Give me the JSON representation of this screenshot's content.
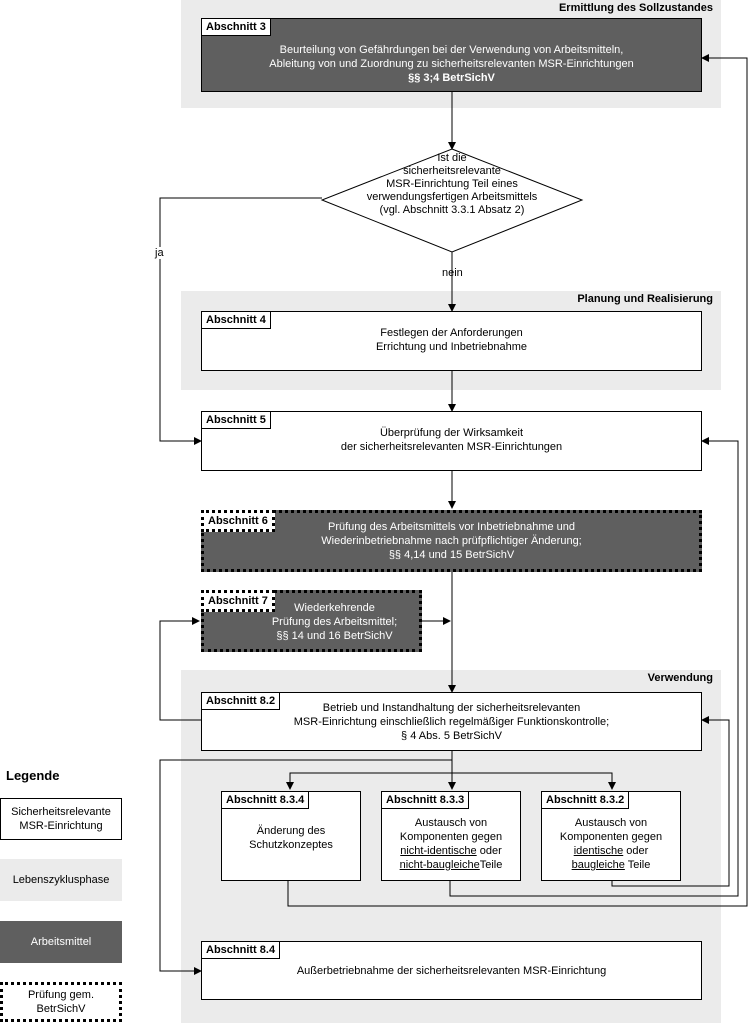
{
  "phases": {
    "soll": "Ermittlung des Sollzustandes",
    "planung": "Planung und Realisierung",
    "verwendung": "Verwendung"
  },
  "boxes": {
    "s3": {
      "tag": "Abschnitt 3",
      "lines": [
        "Beurteilung von Gefährdungen bei der Verwendung von Arbeitsmitteln,",
        "Ableitung von und Zuordnung zu sicherheitsrelevanten MSR-Einrichtungen"
      ],
      "bold": "§§ 3;4 BetrSichV"
    },
    "s4": {
      "tag": "Abschnitt 4",
      "lines": [
        "Festlegen der Anforderungen",
        "Errichtung und Inbetriebnahme"
      ]
    },
    "s5": {
      "tag": "Abschnitt 5",
      "lines": [
        "Überprüfung der Wirksamkeit",
        "der sicherheitsrelevanten MSR-Einrichtungen"
      ]
    },
    "s6": {
      "tag": "Abschnitt 6",
      "lines": [
        "Prüfung des Arbeitsmittels vor Inbetriebnahme und",
        "Wiederinbetriebnahme nach prüfpflichtiger Änderung;",
        "§§ 4,14 und 15 BetrSichV"
      ]
    },
    "s7": {
      "tag": "Abschnitt 7",
      "lines": [
        "Wiederkehrende",
        "Prüfung des Arbeitsmittel;",
        "§§ 14 und 16 BetrSichV"
      ]
    },
    "s82": {
      "tag": "Abschnitt 8.2",
      "lines": [
        "Betrieb und Instandhaltung der sicherheitsrelevanten",
        "MSR-Einrichtung einschließlich regelmäßiger Funktionskontrolle;",
        "§ 4 Abs. 5 BetrSichV"
      ]
    },
    "s834": {
      "tag": "Abschnitt 8.3.4",
      "lines": [
        "Änderung des",
        "Schutzkonzeptes"
      ]
    },
    "s833": {
      "tag": "Abschnitt 8.3.3",
      "l1": "Austausch von",
      "l2": "Komponenten gegen",
      "u1": "nicht-identische",
      "mid": " oder",
      "u2": "nicht-baugleiche",
      "end": "Teile"
    },
    "s832": {
      "tag": "Abschnitt 8.3.2",
      "l1": "Austausch von",
      "l2": "Komponenten gegen",
      "u1": "identische",
      "mid": " oder",
      "u2": "baugleiche",
      "end": " Teile"
    },
    "s84": {
      "tag": "Abschnitt 8.4",
      "lines": [
        "Außerbetriebnahme der sicherheitsrelevanten MSR-Einrichtung"
      ]
    }
  },
  "decision": {
    "lines": [
      "Ist die",
      "sicherheitsrelevante",
      "MSR-Einrichtung Teil eines",
      "verwendungsfertigen Arbeitsmittels",
      "(vgl. Abschnitt 3.3.1 Absatz 2)"
    ]
  },
  "edge_labels": {
    "ja": "ja",
    "nein": "nein"
  },
  "legend": {
    "title": "Legende",
    "msr": [
      "Sicherheitsrelevante",
      "MSR-Einrichtung"
    ],
    "phase": "Lebenszyklusphase",
    "arbeitsmittel": "Arbeitsmittel",
    "pruefung": [
      "Prüfung gem.",
      "BetrSichV"
    ]
  },
  "colors": {
    "phase_bg": "#ebebeb",
    "dark_box": "#5f5f5f",
    "line": "#000000"
  }
}
